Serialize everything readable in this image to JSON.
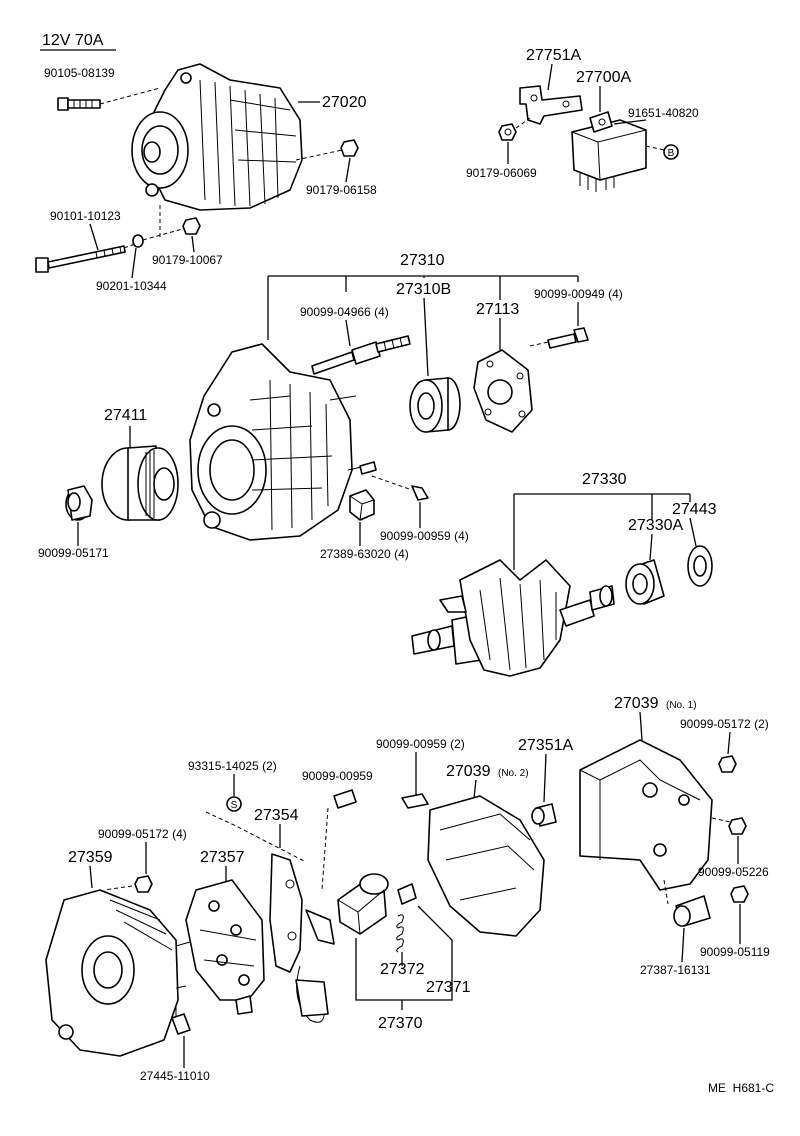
{
  "header": {
    "spec": "12V 70A"
  },
  "footer": {
    "code": "ME  H681-C"
  },
  "labels": {
    "p90105_08139": "90105-08139",
    "p27020": "27020",
    "p90179_06158": "90179-06158",
    "p90101_10123": "90101-10123",
    "p90179_10067": "90179-10067",
    "p90201_10344": "90201-10344",
    "p27751A": "27751A",
    "p27700A": "27700A",
    "p91651_40820": "91651-40820",
    "p90179_06069": "90179-06069",
    "markB": "B",
    "p27310": "27310",
    "p27310B": "27310B",
    "p90099_04966": "90099-04966 (4)",
    "p27113": "27113",
    "p90099_00949": "90099-00949 (4)",
    "p27411": "27411",
    "p90099_05171": "90099-05171",
    "p90099_00959_4": "90099-00959 (4)",
    "p27389_63020": "27389-63020 (4)",
    "p27330": "27330",
    "p27330A": "27330A",
    "p27443": "27443",
    "p27039_1": "27039",
    "p27039_1_note": "(No. 1)",
    "p90099_05172_2": "90099-05172 (2)",
    "p90099_00959_2": "90099-00959 (2)",
    "p27351A": "27351A",
    "p93315_14025": "93315-14025 (2)",
    "markS": "S",
    "p90099_00959": "90099-00959",
    "p27039_2": "27039",
    "p27039_2_note": "(No. 2)",
    "p27354": "27354",
    "p90099_05172_4": "90099-05172 (4)",
    "p27359": "27359",
    "p27357": "27357",
    "p90099_05226": "90099-05226",
    "p90099_05119": "90099-05119",
    "p27387_16131": "27387-16131",
    "p27372": "27372",
    "p27371": "27371",
    "p27370": "27370",
    "p27445_11010": "27445-11010"
  }
}
